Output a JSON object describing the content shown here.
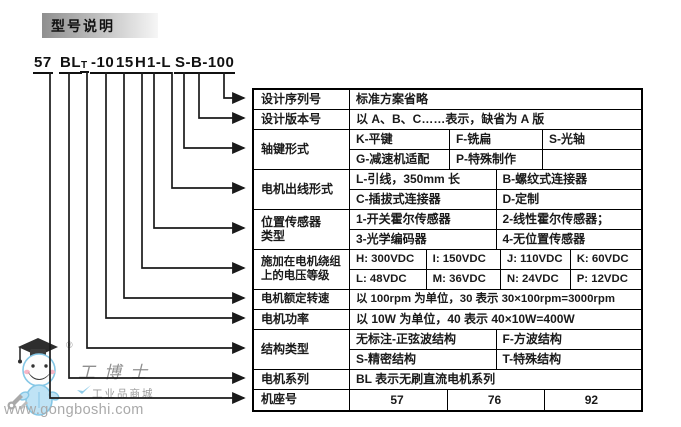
{
  "header": {
    "tab_label": "型号说明"
  },
  "model_code": {
    "segments": [
      "57",
      "BL",
      "T",
      "-10",
      "15",
      "H",
      "1-L",
      "S-B-100"
    ]
  },
  "table": {
    "rows": [
      {
        "label1": "设计序列号",
        "lines": [
          [
            "标准方案省略"
          ]
        ]
      },
      {
        "label1": "设计版本号",
        "lines": [
          [
            "以 A、B、C……表示，缺省为 A 版"
          ]
        ]
      },
      {
        "label1": "轴键形式",
        "lines": [
          [
            "K-平键",
            "F-铣扁",
            "S-光轴"
          ],
          [
            "G-减速机适配",
            "P-特殊制作",
            ""
          ]
        ]
      },
      {
        "label1": "电机出线形式",
        "lines": [
          [
            "L-引线，350mm 长",
            "B-螺纹式连接器"
          ],
          [
            "C-插拔式连接器",
            "D-定制"
          ]
        ]
      },
      {
        "label1": "位置传感器",
        "label2": "类型",
        "lines": [
          [
            "1-开关霍尔传感器",
            "2-线性霍尔传感器；"
          ],
          [
            "3-光学编码器",
            "4-无位置传感器"
          ]
        ]
      },
      {
        "label1": "施加在电机绕组",
        "label2": "上的电压等级",
        "lines": [
          [
            "H: 300VDC",
            "I: 150VDC",
            "J: 110VDC",
            "K: 60VDC"
          ],
          [
            "L: 48VDC",
            "M: 36VDC",
            "N: 24VDC",
            "P: 12VDC"
          ]
        ]
      },
      {
        "label1": "电机额定转速",
        "lines": [
          [
            "以 100rpm 为单位，30 表示 30×100rpm=3000rpm"
          ]
        ]
      },
      {
        "label1": "电机功率",
        "lines": [
          [
            "以 10W 为单位，40 表示 40×10W=400W"
          ]
        ]
      },
      {
        "label1": "结构类型",
        "lines": [
          [
            "无标注-正弦波结构",
            "F-方波结构"
          ],
          [
            "S-精密结构",
            "T-特殊结构"
          ]
        ]
      },
      {
        "label1": "电机系列",
        "lines": [
          [
            "BL 表示无刷直流电机系列"
          ]
        ]
      },
      {
        "label1": "机座号",
        "lines": [
          [
            "57",
            "76",
            "92"
          ]
        ]
      }
    ]
  },
  "logo": {
    "brand": "工博士",
    "registered_mark": "®",
    "tagline": "工业品商城",
    "url": "www.gongboshi.com"
  },
  "colors": {
    "line_color": "#1a1a1a",
    "tab_gradient_start": "#8f8f8f",
    "logo_blue": "#a6d8ef",
    "logo_gray": "#9a9a9a"
  }
}
